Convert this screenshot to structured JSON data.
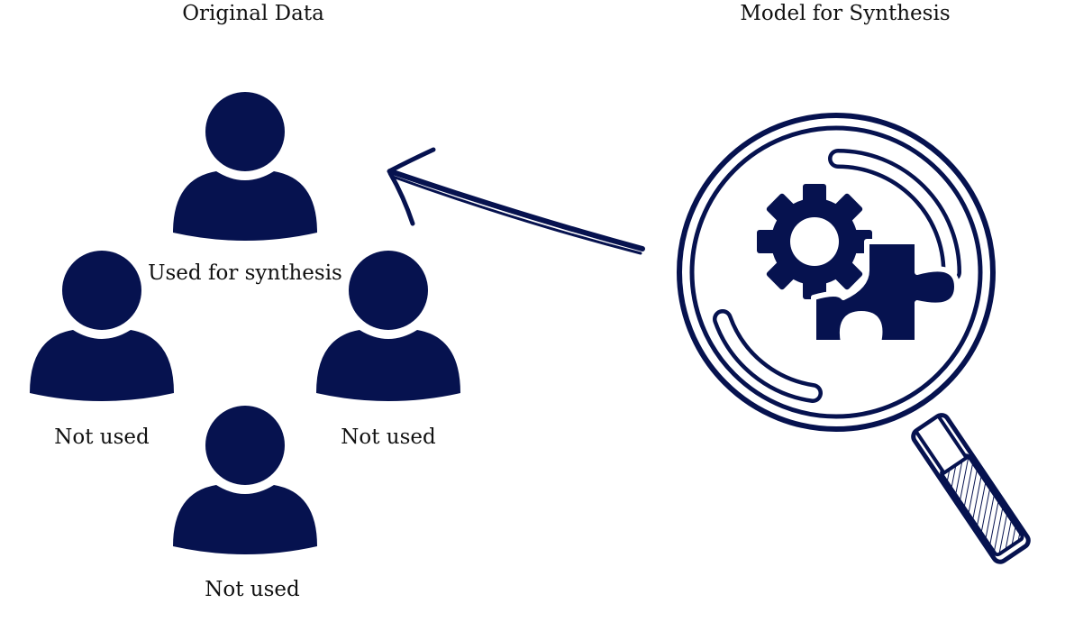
{
  "headings": {
    "left": "Original Data",
    "right": "Model for Synthesis"
  },
  "people": [
    {
      "label": "Used for synthesis",
      "icon": "person-icon"
    },
    {
      "label": "Not used",
      "icon": "person-icon"
    },
    {
      "label": "Not used",
      "icon": "person-icon"
    },
    {
      "label": "Not used",
      "icon": "person-icon"
    }
  ],
  "model_icons": [
    "magnifying-glass-icon",
    "gear-icon",
    "puzzle-piece-icon"
  ],
  "arrow_icon": "hand-drawn-arrow-icon",
  "colors": {
    "icon": "#06124f",
    "text": "#111111",
    "background": "#ffffff"
  }
}
